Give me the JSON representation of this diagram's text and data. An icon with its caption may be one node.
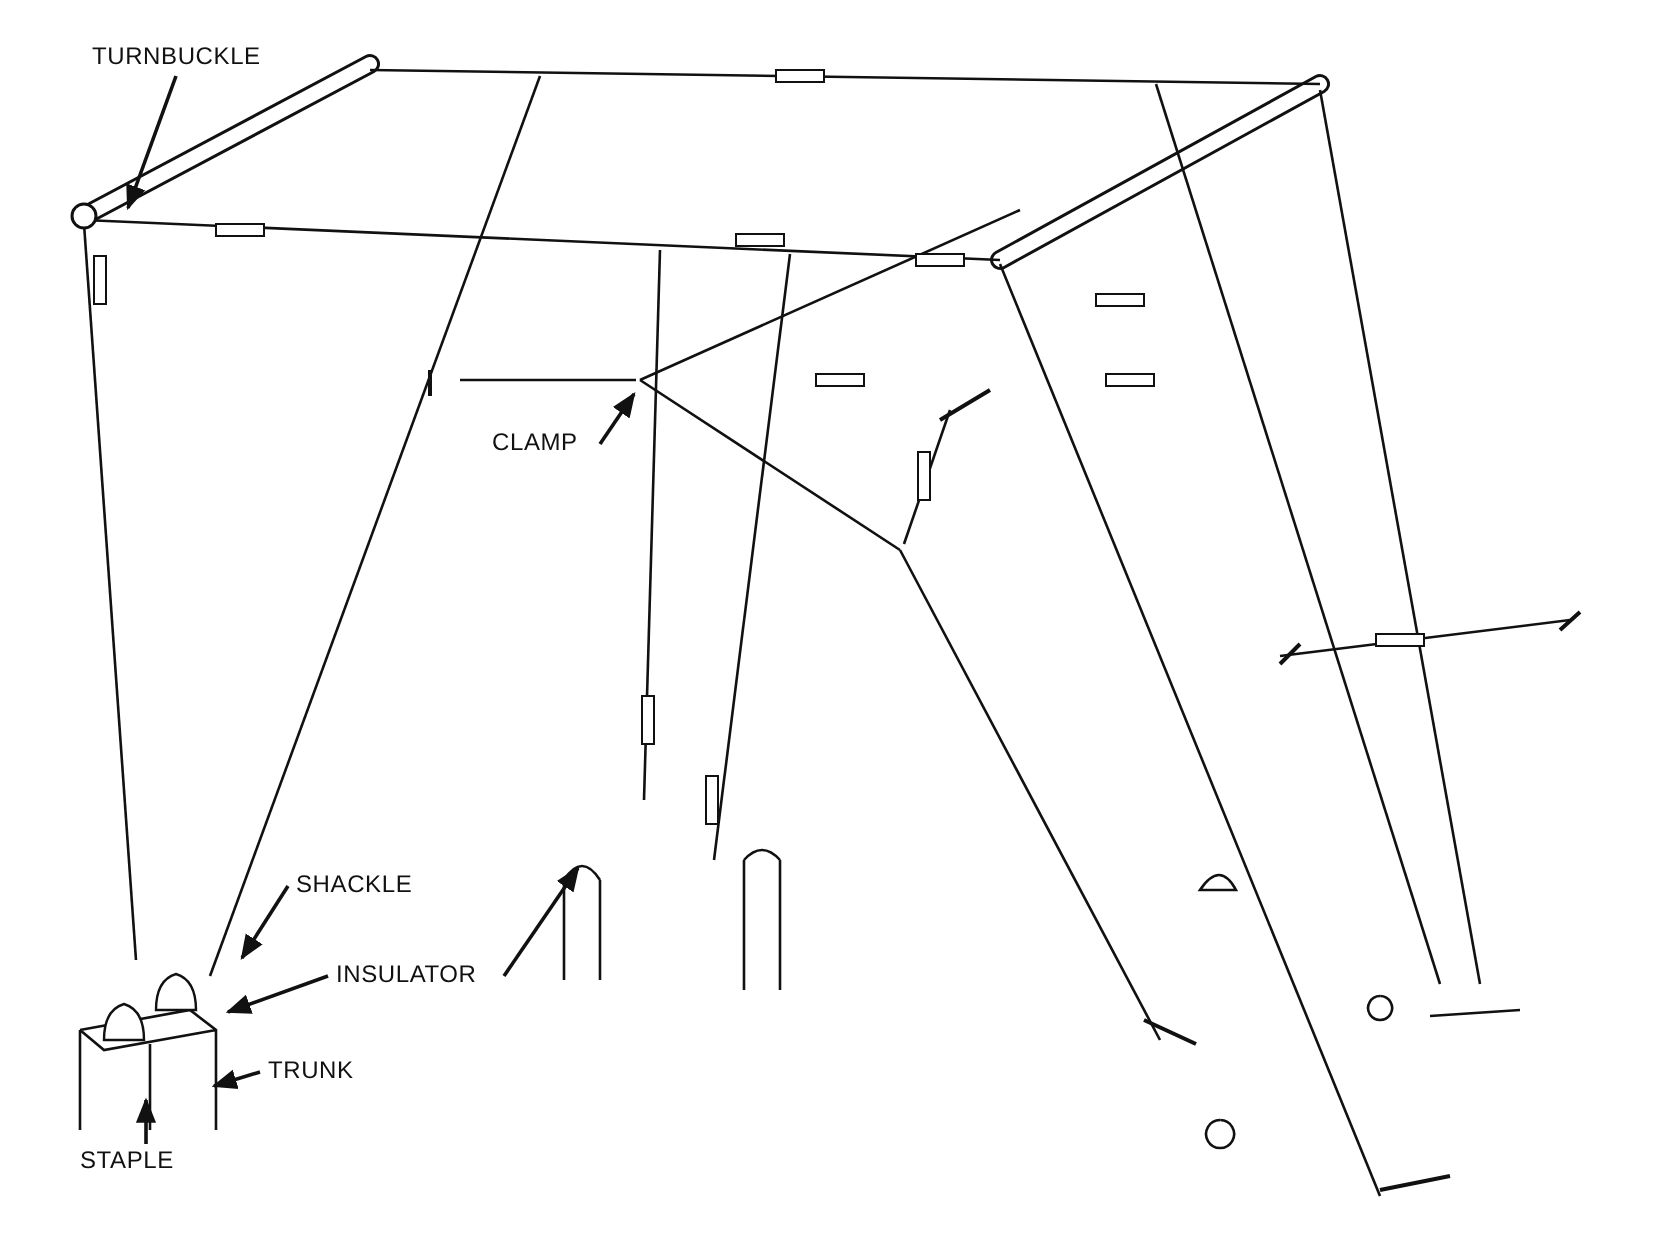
{
  "diagram": {
    "nodes": [
      {
        "text": [
          "TURNBUCKLE"
        ]
      },
      {
        "text": [
          "CLAMP"
        ]
      },
      {
        "text": [
          "SHACKLE"
        ]
      },
      {
        "text": [
          "INSULATOR"
        ]
      },
      {
        "text": [
          "TRUNK"
        ]
      },
      {
        "text": [
          "STAPLE"
        ]
      }
    ],
    "edges": [
      {
        "from": 0,
        "to": null,
        "arrow": "to"
      },
      {
        "from": 1,
        "to": null,
        "arrow": "to"
      },
      {
        "from": 2,
        "to": null,
        "arrow": "to"
      },
      {
        "from": 3,
        "to": null,
        "arrow": "to"
      },
      {
        "from": 3,
        "to": null,
        "arrow": "to"
      },
      {
        "from": 4,
        "to": null,
        "arrow": "to"
      },
      {
        "from": 5,
        "to": null,
        "arrow": "to"
      }
    ]
  }
}
